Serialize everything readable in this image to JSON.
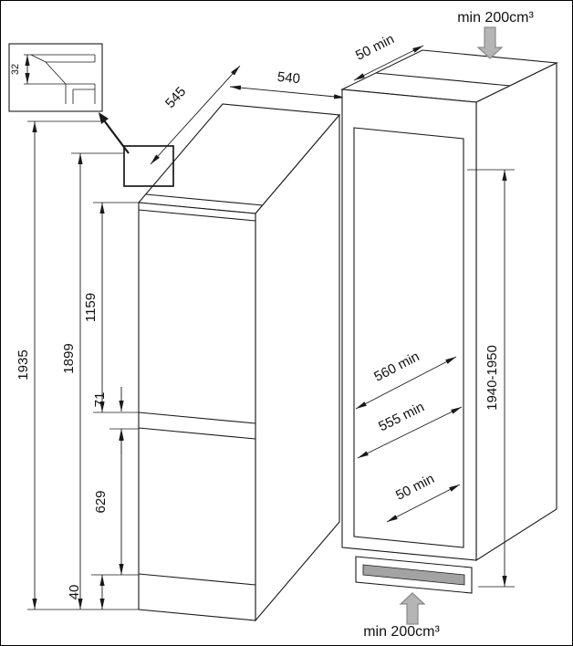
{
  "diagram": {
    "inset": {
      "dim_32": "32"
    },
    "fridge": {
      "dim_depth": "545",
      "dim_width": "540",
      "dim_height_total": "1935",
      "dim_height_body": "1899",
      "dim_fridge_door": "1159",
      "dim_gap": "71",
      "dim_freezer_door": "629",
      "dim_plinth": "40"
    },
    "niche": {
      "dim_top_clearance": "50 min",
      "vent_top_label": "min 200cm³",
      "dim_height": "1940-1950",
      "dim_depth_min": "560 min",
      "dim_depth_door": "555 min",
      "dim_bottom_clearance": "50 min",
      "vent_bottom_label": "min 200cm³"
    },
    "colors": {
      "line": "#1a1a1a",
      "vent_arrow_fill": "#b5b5b5",
      "vent_arrow_stroke": "#8a8a8a",
      "grille_fill": "#a3a3a3"
    }
  }
}
